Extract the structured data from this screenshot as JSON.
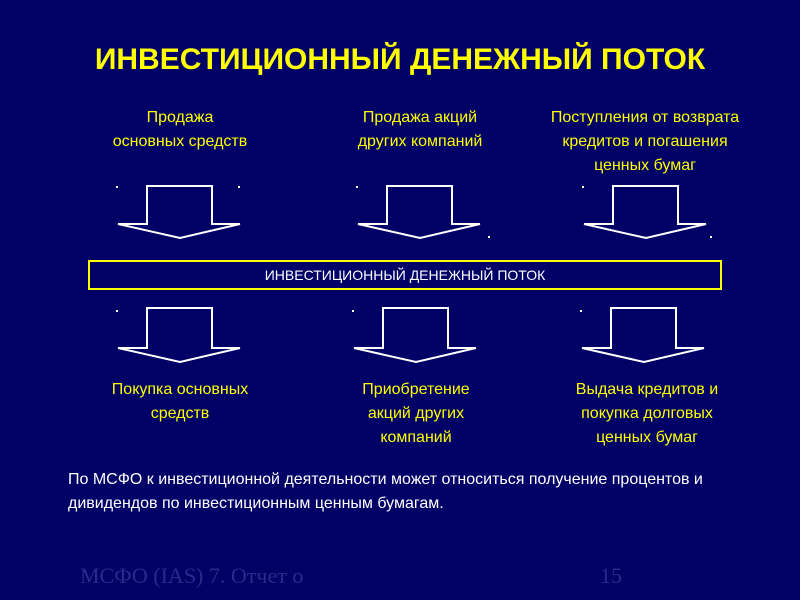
{
  "slide": {
    "title": "ИНВЕСТИЦИОННЫЙ ДЕНЕЖНЫЙ ПОТОК",
    "center_label": "ИНВЕСТИЦИОННЫЙ ДЕНЕЖНЫЙ ПОТОК",
    "inflows": [
      "Продажа\nосновных средств",
      "Продажа акций\nдругих компаний",
      "Поступления от возврата\nкредитов и погашения\nценных бумаг"
    ],
    "outflows": [
      "Покупка основных\nсредств",
      "Приобретение\nакций других\nкомпаний",
      "Выдача кредитов и\nпокупка долговых\nценных бумаг"
    ],
    "note": "По МСФО к инвестиционной деятельности может относиться получение процентов и дивидендов по инвестиционным ценным бумагам.",
    "footer_text": "МСФО (IAS) 7. Отчет о",
    "page_number": "15"
  },
  "colors": {
    "background": "#000066",
    "title": "#ffff00",
    "box_text": "#ffff00",
    "center_text": "#ffffff",
    "arrow_stroke": "#ffffff",
    "arrow_fill": "#000066",
    "center_border": "#ffff00"
  }
}
